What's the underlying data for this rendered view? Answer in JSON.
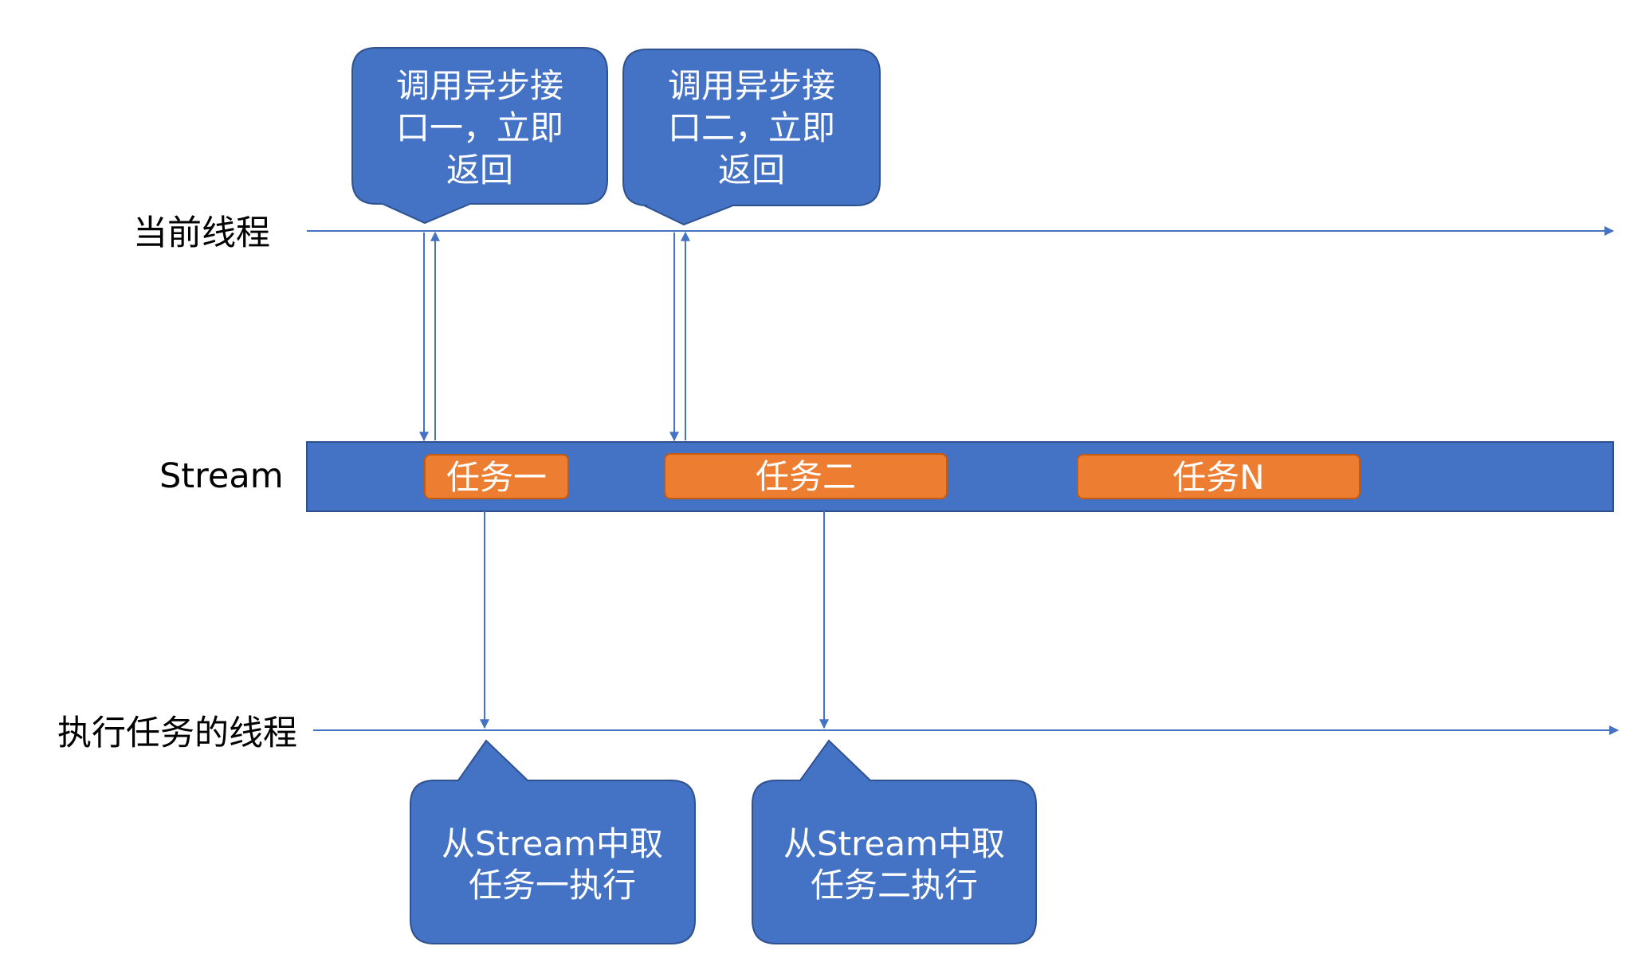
{
  "colors": {
    "primary_blue": "#4472C4",
    "dark_blue_border": "#2F528F",
    "task_orange": "#ED7D31",
    "task_orange_border": "#C55A11",
    "line_blue": "#4472C4",
    "background": "#FFFFFF"
  },
  "rows": {
    "current_thread": "当前线程",
    "stream": "Stream",
    "worker_thread": "执行任务的线程"
  },
  "tasks": [
    {
      "label": "任务一"
    },
    {
      "label": "任务二"
    },
    {
      "label": "任务N"
    }
  ],
  "callouts": {
    "call_one": [
      "调用异步接",
      "口一，立即",
      "返回"
    ],
    "call_two": [
      "调用异步接",
      "口二，立即",
      "返回"
    ],
    "exec_one": [
      "从Stream中取",
      "任务一执行"
    ],
    "exec_two": [
      "从Stream中取",
      "任务二执行"
    ]
  },
  "icons": {
    "arrowhead": "arrowhead-icon"
  }
}
